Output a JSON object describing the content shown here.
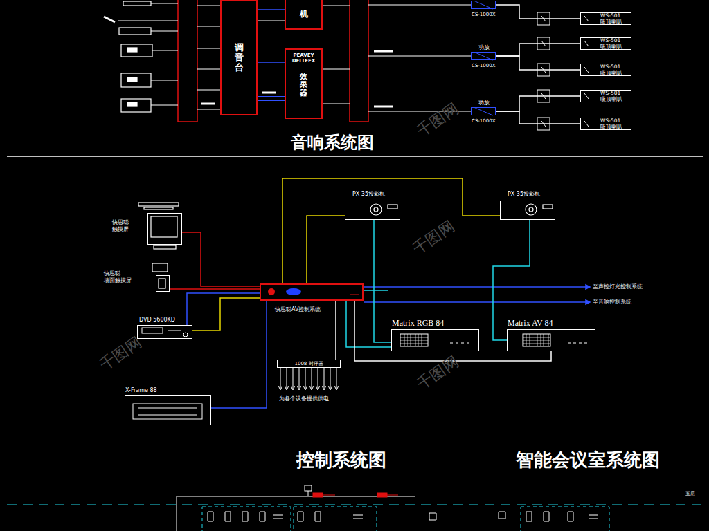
{
  "diagram": {
    "title": "智能会议室系统图",
    "nodes": [
      {
        "text": [
          "调音台"
        ]
      },
      {
        "text": [
          "机"
        ]
      },
      {
        "text": [
          "PEAVEY DELTEFX",
          "效果器"
        ]
      },
      {
        "text": [
          "CS-1000X"
        ]
      },
      {
        "text": [
          "功放",
          "CS-1000X"
        ]
      },
      {
        "text": [
          "功放",
          "CS-1000X"
        ]
      },
      {
        "text": [
          "WS-501 吸顶喇叭"
        ]
      },
      {
        "text": [
          "WS-501 吸顶喇叭"
        ]
      },
      {
        "text": [
          "WS-501 吸顶喇叭"
        ]
      },
      {
        "text": [
          "WS-501 吸顶喇叭"
        ]
      },
      {
        "text": [
          "WS-501 吸顶喇叭"
        ]
      },
      {
        "text": [
          "PX-35投影机"
        ]
      },
      {
        "text": [
          "PX-35投影机"
        ]
      },
      {
        "text": [
          "快思聪 触摸屏"
        ]
      },
      {
        "text": [
          "快思聪 墙面触摸屏"
        ]
      },
      {
        "text": [
          "DVD 5600KD"
        ]
      },
      {
        "text": [
          "快思聪AV控制系统"
        ]
      },
      {
        "text": [
          "Matrix RGB 84"
        ]
      },
      {
        "text": [
          "Matrix AV 84"
        ]
      },
      {
        "text": [
          "1008 时序器"
        ]
      },
      {
        "text": [
          "X-Frame 88"
        ]
      }
    ],
    "edges": [
      {
        "from": 3,
        "to": 6,
        "arrow": "none"
      },
      {
        "from": 4,
        "to": 7,
        "arrow": "none"
      },
      {
        "from": 4,
        "to": 8,
        "arrow": "none"
      },
      {
        "from": 5,
        "to": 9,
        "arrow": "none"
      },
      {
        "from": 5,
        "to": 10,
        "arrow": "none"
      },
      {
        "from": 0,
        "to": 1,
        "arrow": "none"
      },
      {
        "from": 0,
        "to": 2,
        "arrow": "none"
      },
      {
        "from": 13,
        "to": 16,
        "arrow": "none"
      },
      {
        "from": 14,
        "to": 16,
        "arrow": "none"
      },
      {
        "from": 15,
        "to": 16,
        "arrow": "none"
      },
      {
        "from": 16,
        "to": 15,
        "arrow": "none"
      },
      {
        "from": 16,
        "to": 11,
        "arrow": "none"
      },
      {
        "from": 16,
        "to": 12,
        "arrow": "none"
      },
      {
        "from": 11,
        "to": 17,
        "arrow": "none"
      },
      {
        "from": 12,
        "to": 18,
        "arrow": "none"
      },
      {
        "from": 16,
        "to": 17,
        "arrow": "none"
      },
      {
        "from": 16,
        "to": 18,
        "arrow": "none"
      },
      {
        "from": 16,
        "to": 19,
        "arrow": "none"
      },
      {
        "from": 16,
        "to": 20,
        "arrow": "none"
      }
    ],
    "labels": [
      "音响系统图",
      "控制系统图",
      "至声控灯光控制系统",
      "至音响控制系统",
      "为各个设备提供供电",
      "五层",
      "千图网",
      "千图网",
      "千图网",
      "千图网"
    ]
  }
}
